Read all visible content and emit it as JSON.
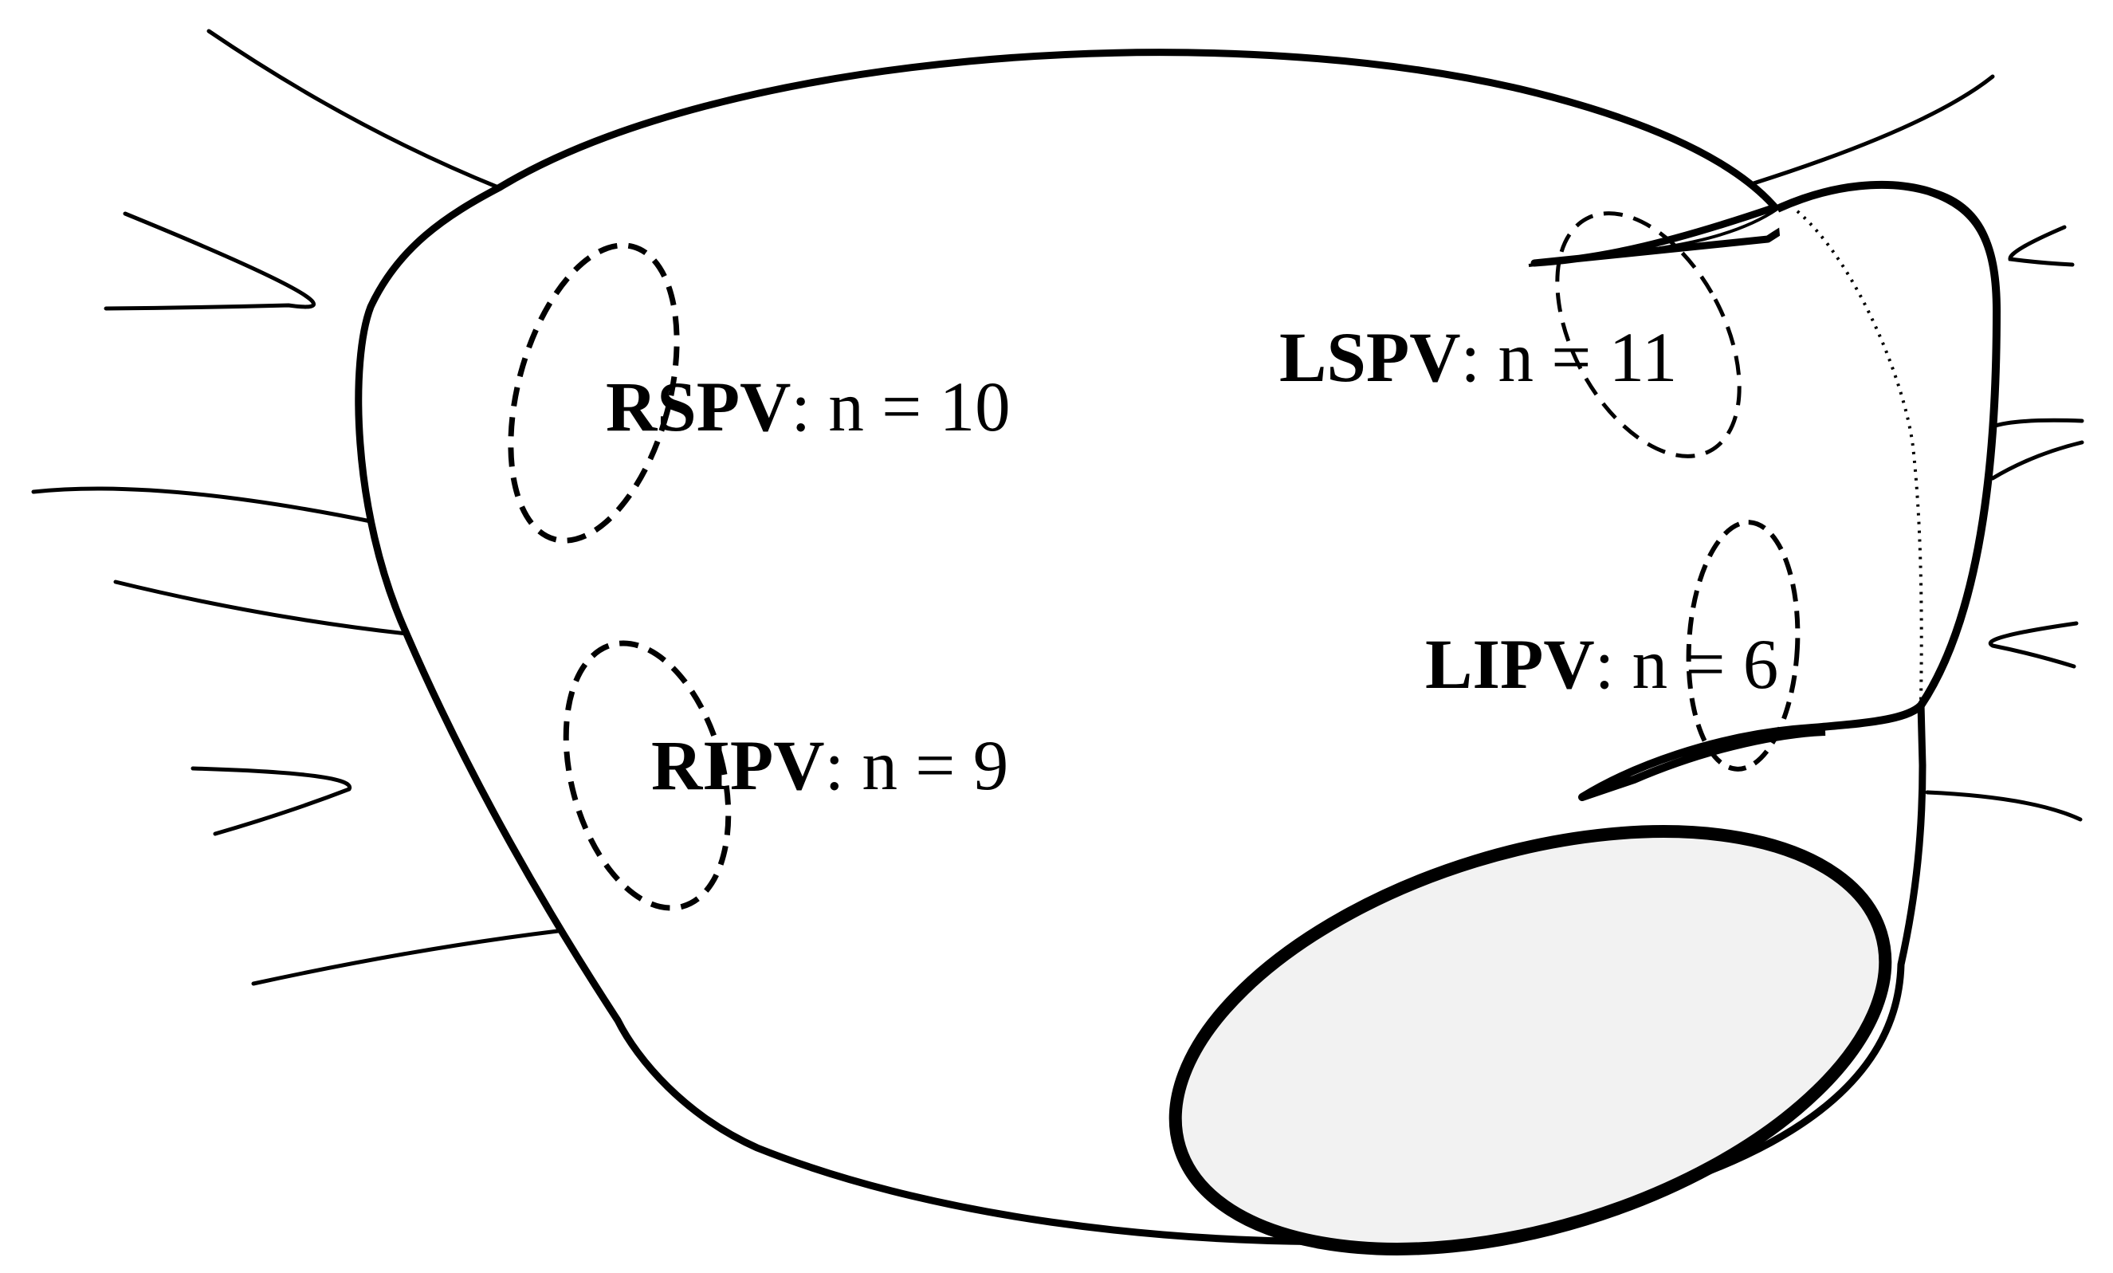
{
  "diagram": {
    "atrium_color": "#ffffff",
    "appendage_fill": "#f2f2f2",
    "stroke_color": "#000000",
    "labels": {
      "rspv": {
        "vein": "RSPV",
        "count": ": n = 10"
      },
      "ripv": {
        "vein": "RIPV",
        "count": ": n = 9"
      },
      "lspv": {
        "vein": "LSPV",
        "count": ": n = 11"
      },
      "lipv": {
        "vein": "LIPV",
        "count": ": n = 6"
      }
    }
  }
}
